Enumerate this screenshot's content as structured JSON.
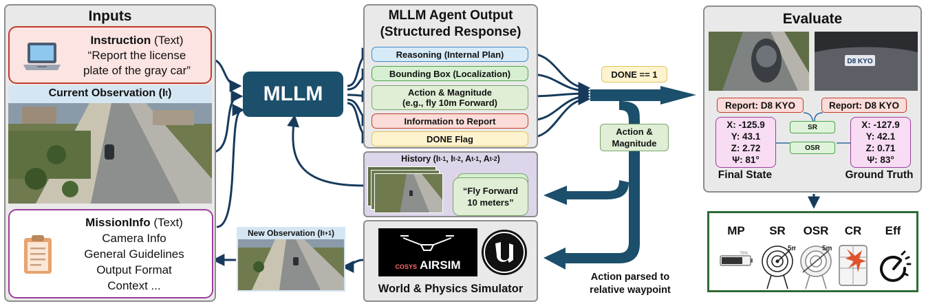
{
  "inputs": {
    "title": "Inputs",
    "instruction": {
      "label": "Instruction",
      "kind": "(Text)",
      "text_line1": "“Report the license",
      "text_line2": "plate of the gray car”"
    },
    "current_obs_label": "Current Observation (I",
    "current_obs_sub": "t",
    "mission": {
      "label": "MissionInfo",
      "kind": "(Text)",
      "items": [
        "Camera Info",
        "General Guidelines",
        "Output Format",
        "Context ..."
      ]
    }
  },
  "mllm": {
    "label": "MLLM"
  },
  "agent_output": {
    "title_line1": "MLLM Agent Output",
    "title_line2": "(Structured Response)",
    "items": [
      {
        "label": "Reasoning (Internal Plan)"
      },
      {
        "label": "Bounding Box (Localization)"
      },
      {
        "label": "Action & Magnitude",
        "sub": "(e.g., fly 10m Forward)"
      },
      {
        "label": "Information to Report"
      },
      {
        "label": "DONE Flag"
      }
    ]
  },
  "history": {
    "label_a": "History (I",
    "label_subs": [
      "t-1",
      "t-2",
      "t-1",
      "t-2"
    ],
    "label_parts": [
      ", I",
      ", A",
      ", A",
      ")"
    ],
    "quote_line1": "“Fly Forward",
    "quote_line2": "10 meters”"
  },
  "simulator": {
    "label": "World & Physics Simulator",
    "logo_prefix": "COSYS",
    "logo_main": "AIRSIM"
  },
  "new_obs": {
    "label": "New Observation (I",
    "sub": "t+1"
  },
  "flow": {
    "done_label": "DONE == 1",
    "action_label_line1": "Action &",
    "action_label_line2": "Magnitude",
    "parsed_line1": "Action parsed to",
    "parsed_line2": "relative waypoint"
  },
  "evaluate": {
    "title": "Evaluate",
    "report_left": "Report: D8 KYO",
    "report_right": "Report: D8 KYO",
    "plate_text": "D8 KYO",
    "final_state": {
      "label": "Final State",
      "lines": [
        "X: -125.9",
        "Y: 43.1",
        "Z: 2.72",
        "Ψ: 81°"
      ]
    },
    "ground_truth": {
      "label": "Ground Truth",
      "lines": [
        "X: -127.9",
        "Y: 42.1",
        "Z: 0.71",
        "Ψ: 83°"
      ]
    },
    "sr": "SR",
    "osr": "OSR"
  },
  "metrics": {
    "labels": [
      "MP",
      "SR",
      "OSR",
      "CR",
      "Eff"
    ],
    "mp_value": "75%",
    "sr_radius": "5m",
    "osr_radius": "5m",
    "colors": {
      "border": "#2e6b34"
    }
  },
  "colors": {
    "navy": "#1b4f6b",
    "reasoning": "#d6eaf8",
    "bbox": "#d5efd0",
    "action": "#dfeed5",
    "report": "#fbdcd8",
    "done": "#fdf3cf",
    "history": "#ddd5ea",
    "coord": "#f7dcf3"
  }
}
